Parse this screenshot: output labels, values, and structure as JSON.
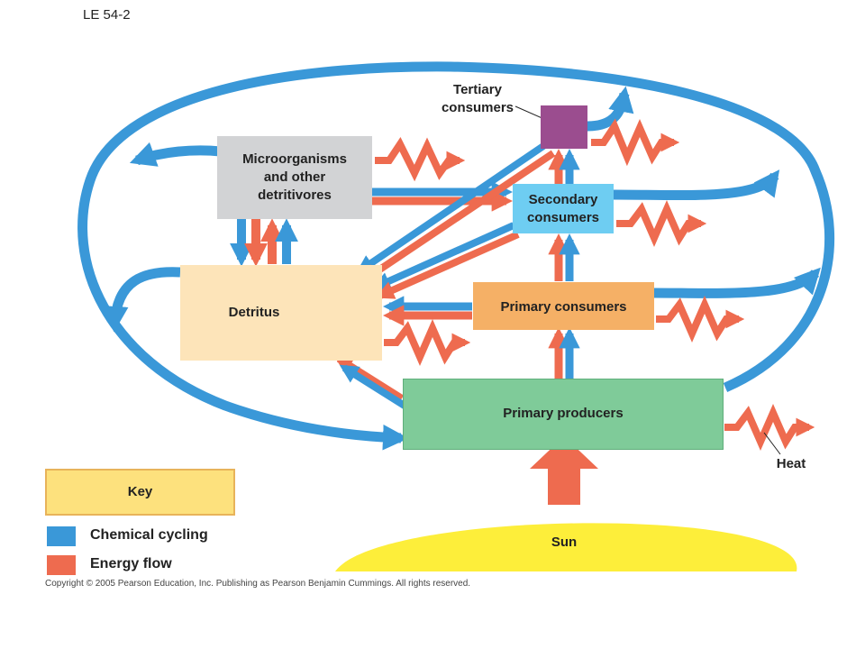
{
  "slide_label": "LE 54-2",
  "copyright": "Copyright © 2005 Pearson Education, Inc. Publishing as Pearson Benjamin Cummings. All rights reserved.",
  "colors": {
    "chemical": "#3a98d8",
    "energy": "#ee6b4f",
    "microorganisms": "#d2d3d5",
    "detritus": "#fde4b9",
    "primary_consumers": "#f5b066",
    "secondary_consumers": "#6ecdf2",
    "tertiary_consumers": "#9b4d8f",
    "primary_producers": "#7fcb99",
    "sun": "#fdee3a",
    "key": "#fde17d"
  },
  "nodes": {
    "tertiary": "Tertiary\nconsumers",
    "microorganisms": "Microorganisms\nand other\ndetritivores",
    "secondary": "Secondary\nconsumers",
    "detritus": "Detritus",
    "primary_consumers": "Primary consumers",
    "primary_producers": "Primary producers",
    "heat": "Heat",
    "sun": "Sun"
  },
  "key": {
    "title": "Key",
    "items": [
      {
        "label": "Chemical cycling",
        "color": "#3a98d8"
      },
      {
        "label": "Energy flow",
        "color": "#ee6b4f"
      }
    ]
  }
}
